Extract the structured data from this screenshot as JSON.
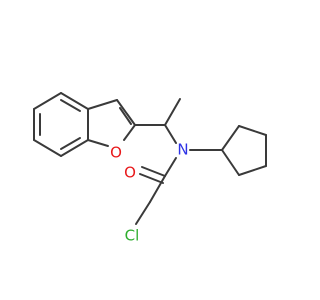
{
  "atoms": {
    "oxygen_ring": {
      "symbol": "O",
      "color": "#e8191b"
    },
    "nitrogen": {
      "symbol": "N",
      "color": "#2d32e6"
    },
    "oxygen_carbonyl": {
      "symbol": "O",
      "color": "#e8191b"
    },
    "chlorine": {
      "symbol": "Cl",
      "color": "#2eae2e"
    }
  },
  "bond_color": "#3a3a3a",
  "background": "#ffffff"
}
